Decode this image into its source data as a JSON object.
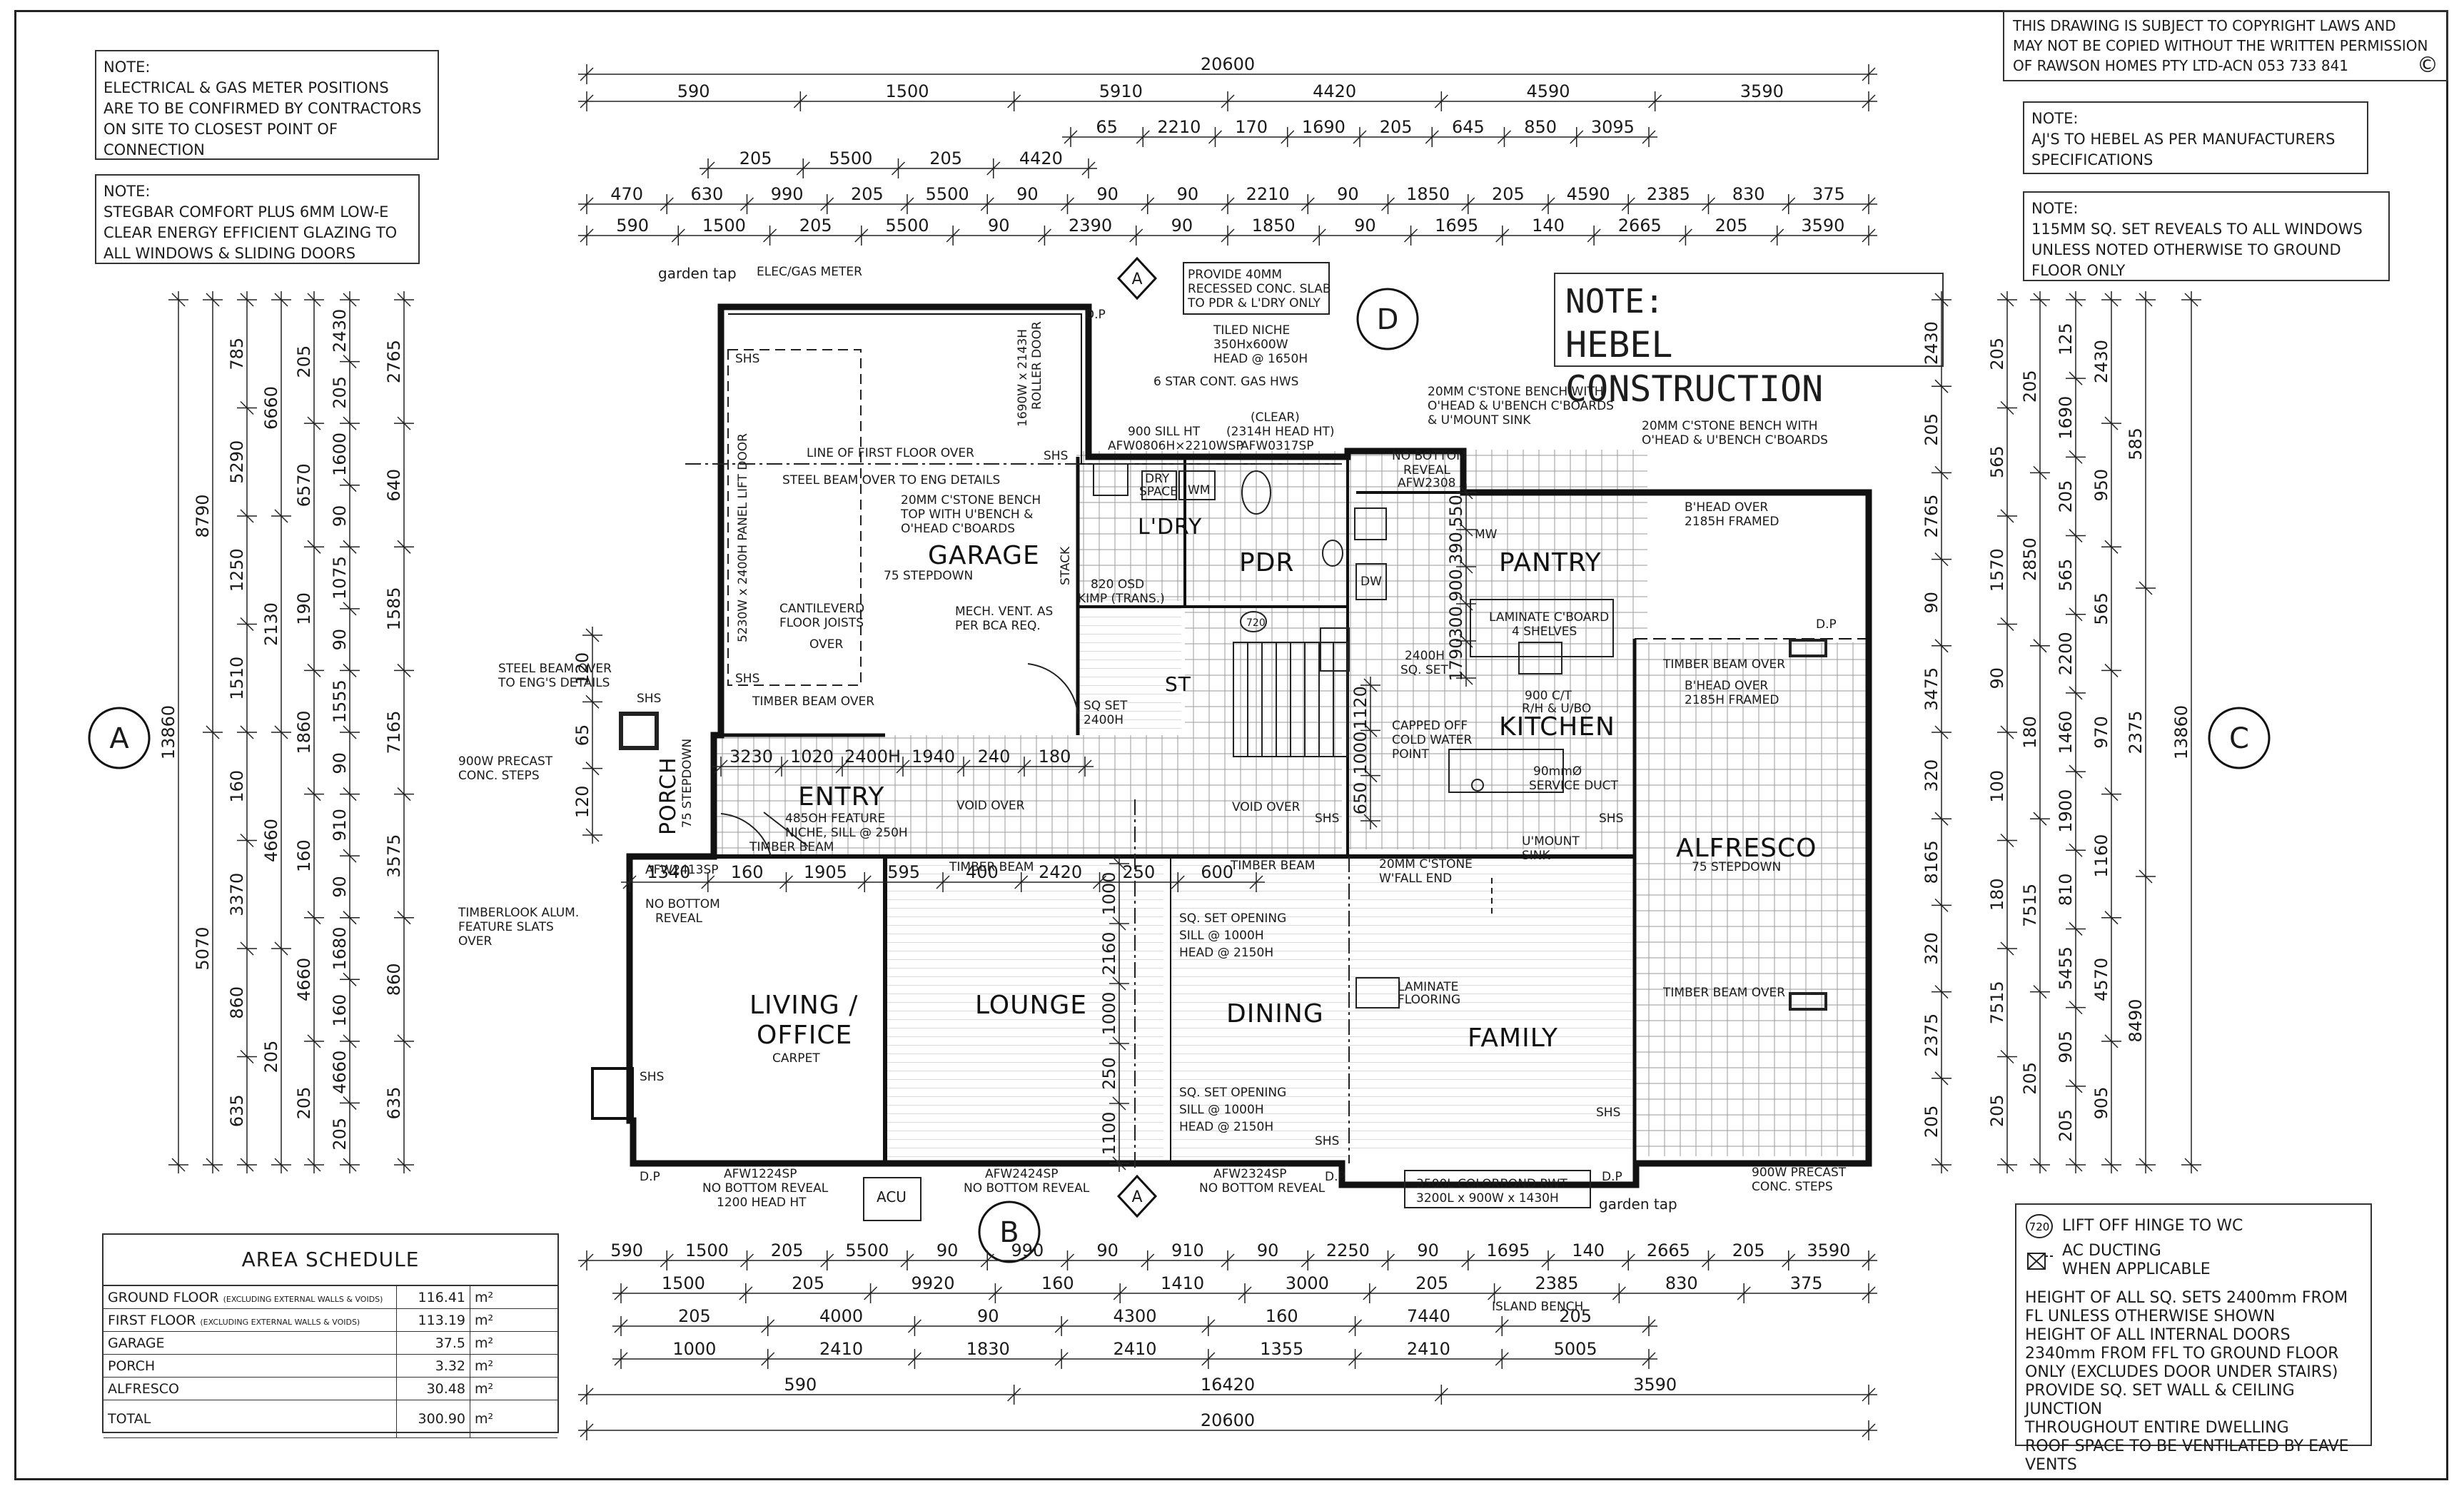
{
  "copyright": {
    "lines": [
      "THIS DRAWING IS SUBJECT TO COPYRIGHT LAWS AND",
      "MAY NOT BE COPIED WITHOUT THE WRITTEN PERMISSION",
      "OF RAWSON HOMES PTY LTD-ACN 053 733 841"
    ],
    "symbol": "©"
  },
  "notes": {
    "meter": [
      "NOTE:",
      "ELECTRICAL & GAS METER POSITIONS",
      "ARE TO BE CONFIRMED BY CONTRACTORS",
      "ON SITE TO CLOSEST POINT OF",
      "CONNECTION"
    ],
    "glazing": [
      "NOTE:",
      "STEGBAR COMFORT PLUS 6MM LOW-E",
      "CLEAR ENERGY EFFICIENT GLAZING TO",
      "ALL WINDOWS & SLIDING DOORS"
    ],
    "ajs": [
      "NOTE:",
      "AJ'S TO HEBEL AS PER MANUFACTURERS",
      "SPECIFICATIONS"
    ],
    "reveals": [
      "NOTE:",
      "115MM SQ. SET REVEALS TO ALL WINDOWS",
      "UNLESS NOTED OTHERWISE TO GROUND",
      "FLOOR ONLY"
    ],
    "hebel": [
      "NOTE:",
      "HEBEL CONSTRUCTION"
    ]
  },
  "area_schedule": {
    "title": "AREA SCHEDULE",
    "qualifier": "(EXCLUDING EXTERNAL WALLS & VOIDS)",
    "unit": "m²",
    "rows": [
      {
        "name": "GROUND FLOOR",
        "qualified": true,
        "value": "116.41"
      },
      {
        "name": "FIRST FLOOR",
        "qualified": true,
        "value": "113.19"
      },
      {
        "name": "GARAGE",
        "qualified": false,
        "value": "37.5"
      },
      {
        "name": "PORCH",
        "qualified": false,
        "value": "3.32"
      },
      {
        "name": "ALFRESCO",
        "qualified": false,
        "value": "30.48"
      },
      {
        "name": "TOTAL",
        "qualified": false,
        "value": "300.90"
      }
    ]
  },
  "legend": {
    "hinge_tag": "720",
    "hinge_text": "LIFT OFF HINGE TO WC",
    "ac_text_1": "AC DUCTING",
    "ac_text_2": "WHEN APPLICABLE",
    "notes": [
      "HEIGHT OF ALL SQ. SETS 2400mm FROM",
      "FL UNLESS OTHERWISE SHOWN",
      "HEIGHT OF ALL INTERNAL DOORS",
      "2340mm FROM FFL TO GROUND FLOOR",
      "ONLY (EXCLUDES DOOR UNDER STAIRS)",
      "PROVIDE SQ. SET WALL & CEILING JUNCTION",
      "THROUGHOUT ENTIRE DWELLING",
      "ROOF SPACE TO BE VENTILATED BY EAVE",
      "VENTS"
    ]
  },
  "section_markers": {
    "A": "A",
    "B": "B",
    "C": "C",
    "D": "D"
  },
  "rooms": {
    "garage": "GARAGE",
    "garage_sub": "75 STEPDOWN",
    "ldry": "L'DRY",
    "pdr": "PDR",
    "pantry": "PANTRY",
    "kitchen": "KITCHEN",
    "entry": "ENTRY",
    "porch": "PORCH",
    "porch_sub": "75 STEPDOWN",
    "alfresco": "ALFRESCO",
    "alfresco_sub": "75 STEPDOWN",
    "living": "LIVING /",
    "office": "OFFICE",
    "carpet": "CARPET",
    "lounge": "LOUNGE",
    "dining": "DINING",
    "family": "FAMILY",
    "st": "ST",
    "acu": "ACU"
  },
  "labels": {
    "garden_tap": "garden tap",
    "elec_gas": "ELEC/GAS METER",
    "provide_slab": [
      "PROVIDE 40MM",
      "RECESSED CONC. SLAB",
      "TO PDR & L'DRY ONLY"
    ],
    "tiled_niche": [
      "TILED NICHE",
      "350Hx600W",
      "HEAD @ 1650H"
    ],
    "gas_hws": "6 STAR CONT. GAS HWS",
    "clear": [
      "(CLEAR)",
      "(2314H HEAD HT)",
      "AFW0317SP"
    ],
    "sill_900": [
      "900 SILL HT",
      "AFW0806H×2210WSP"
    ],
    "first_floor": "LINE OF FIRST FLOOR OVER",
    "steel_beam_eng": "STEEL BEAM OVER TO ENG DETAILS",
    "bench_ldry": [
      "20MM C'STONE BENCH",
      "TOP WITH U'BENCH &",
      "O'HEAD C'BOARDS"
    ],
    "bench_kitchen_1": [
      "20MM C'STONE BENCH WITH",
      "O'HEAD & U'BENCH C'BOARDS",
      "& U'MOUNT SINK"
    ],
    "bench_kitchen_2": [
      "20MM C'STONE BENCH WITH",
      "O'HEAD & U'BENCH C'BOARDS"
    ],
    "no_bottom_reveal": [
      "NO BOTTOM",
      "REVEAL",
      "AFW2308"
    ],
    "bhead_over": [
      "B'HEAD OVER",
      "2185H FRAMED"
    ],
    "cantilever": [
      "CANTILEVERD",
      "FLOOR JOISTS",
      "OVER"
    ],
    "mech_vent": [
      "MECH. VENT. AS",
      "PER BCA REQ."
    ],
    "kimp": [
      "820 OSD",
      "KIMP (TRANS.)"
    ],
    "laminate_cboard": [
      "LAMINATE C'BOARD",
      "4 SHELVES"
    ],
    "sq_set_2400h": [
      "2400H",
      "SQ. SET"
    ],
    "capped_off": [
      "CAPPED OFF",
      "COLD WATER",
      "POINT"
    ],
    "ct_900": [
      "900 C/T",
      "R/H & U/BO"
    ],
    "service_duct": [
      "90mmØ",
      "SERVICE DUCT"
    ],
    "umount_sink": [
      "U'MOUNT",
      "SINK"
    ],
    "steel_beam_left": [
      "STEEL BEAM OVER",
      "TO ENG'S DETAILS"
    ],
    "precast_steps_left": [
      "900W PRECAST",
      "CONC. STEPS"
    ],
    "precast_steps_right": [
      "900W PRECAST",
      "CONC. STEPS"
    ],
    "timber_beam_over": "TIMBER BEAM OVER",
    "timber_beam": "TIMBER BEAM",
    "feature_niche": [
      "485OH FEATURE",
      "NICHE, SILL @ 250H"
    ],
    "void_over": "VOID OVER",
    "timberlook": [
      "TIMBERLOOK ALUM.",
      "FEATURE SLATS",
      "OVER"
    ],
    "no_bottom_reveal_2": [
      "NO BOTTOM",
      "REVEAL"
    ],
    "sq_set_opening": [
      "SQ. SET OPENING",
      "SILL @ 1000H",
      "HEAD @ 2150H"
    ],
    "wfall_end": [
      "20MM C'STONE",
      "W'FALL END"
    ],
    "laminate_flooring": [
      "LAMINATE",
      "FLOORING"
    ],
    "afw1224": [
      "AFW1224SP",
      "NO BOTTOM REVEAL",
      "1200 HEAD HT"
    ],
    "afw2424": [
      "AFW2424SP",
      "NO BOTTOM REVEAL"
    ],
    "afw2324": [
      "AFW2324SP",
      "NO BOTTOM REVEAL"
    ],
    "rwt": [
      "3500L COLORBOND RWT",
      "3200L x 900W x 1430H"
    ],
    "island_bench": "ISLAND BENCH",
    "roller_door": [
      "1690W x 2143H",
      "ROLLER DOOR"
    ],
    "panel_lift": "5230W x 2400H PANEL LIFT DOOR",
    "stack": "STACK",
    "afw2413": "AFW2413SP",
    "sq_set_2400": [
      "SQ SET",
      "2400H"
    ],
    "sh": "SHS",
    "dp": "D.P",
    "wm": "WM",
    "dw": "DW",
    "dry_space": [
      "DRY",
      "SPACE"
    ],
    "mw": "MW",
    "tag_720": "720"
  },
  "dims": {
    "top_overall": "20600",
    "top_r1": [
      "590",
      "1500",
      "5910",
      "4420",
      "4590",
      "3590"
    ],
    "top_r2": [
      "65",
      "2210",
      "170",
      "1690",
      "205",
      "645",
      "850",
      "3095"
    ],
    "top_r3": [
      "205",
      "5500",
      "205",
      "4420"
    ],
    "top_r4": [
      "470",
      "630",
      "990",
      "205",
      "5500",
      "90",
      "90",
      "90",
      "2210",
      "90",
      "1850",
      "205",
      "4590",
      "2385",
      "830",
      "375"
    ],
    "top_r5": [
      "590",
      "1500",
      "205",
      "5500",
      "90",
      "2390",
      "90",
      "1850",
      "90",
      "1695",
      "140",
      "2665",
      "205",
      "3590"
    ],
    "bot_r1": [
      "590",
      "1500",
      "205",
      "5500",
      "90",
      "990",
      "90",
      "910",
      "90",
      "2250",
      "90",
      "1695",
      "140",
      "2665",
      "205",
      "3590"
    ],
    "bot_r2": [
      "1500",
      "205",
      "9920",
      "160",
      "1410",
      "3000",
      "205",
      "2385",
      "830",
      "375"
    ],
    "bot_r3": [
      "205",
      "4000",
      "90",
      "4300",
      "160",
      "7440",
      "205"
    ],
    "bot_r4": [
      "1000",
      "2410",
      "1830",
      "2410",
      "1355",
      "2410",
      "5005"
    ],
    "bot_r5": [
      "590",
      "16420",
      "3590"
    ],
    "bot_overall": "20600",
    "left_overall": "13860",
    "left_a": [
      "8790",
      "5070"
    ],
    "left_b": [
      "785",
      "5290",
      "1250",
      "1510",
      "160",
      "3370",
      "860",
      "635"
    ],
    "left_c": [
      "6660",
      "2130",
      "4660",
      "205"
    ],
    "left_d": [
      "205",
      "6570",
      "190",
      "1860",
      "160",
      "4660",
      "205"
    ],
    "left_e": [
      "2430",
      "205",
      "1600",
      "90",
      "1075",
      "90",
      "1555",
      "90",
      "910",
      "90",
      "1680",
      "160",
      "4660",
      "205"
    ],
    "left_f": [
      "2765",
      "640",
      "1585",
      "7165",
      "3575",
      "860",
      "635"
    ],
    "left_g": [
      "120",
      "65",
      "120"
    ],
    "right_overall": "13860",
    "right_a": [
      "2430",
      "205",
      "2765",
      "90",
      "3475",
      "320",
      "8165",
      "320",
      "2375",
      "205"
    ],
    "right_b": [
      "205",
      "565",
      "1570",
      "90",
      "100",
      "180",
      "7515",
      "205"
    ],
    "right_c": [
      "205",
      "2850",
      "180",
      "7515",
      "205"
    ],
    "right_d": [
      "125",
      "1690",
      "205",
      "565",
      "2200",
      "1460",
      "1900",
      "810",
      "5455",
      "905",
      "205"
    ],
    "right_e": [
      "2430",
      "950",
      "565",
      "970",
      "1160",
      "4570",
      "905"
    ],
    "right_f": [
      "585",
      "2375",
      "8490"
    ],
    "misc": [
      "3230",
      "1020",
      "2400H",
      "1940",
      "240",
      "180",
      "1340",
      "160",
      "1905",
      "595",
      "400",
      "2420",
      "250",
      "600",
      "1000",
      "2160",
      "1000",
      "250",
      "1100",
      "1120",
      "1000",
      "650",
      "550",
      "390",
      "900",
      "300",
      "1790"
    ]
  }
}
